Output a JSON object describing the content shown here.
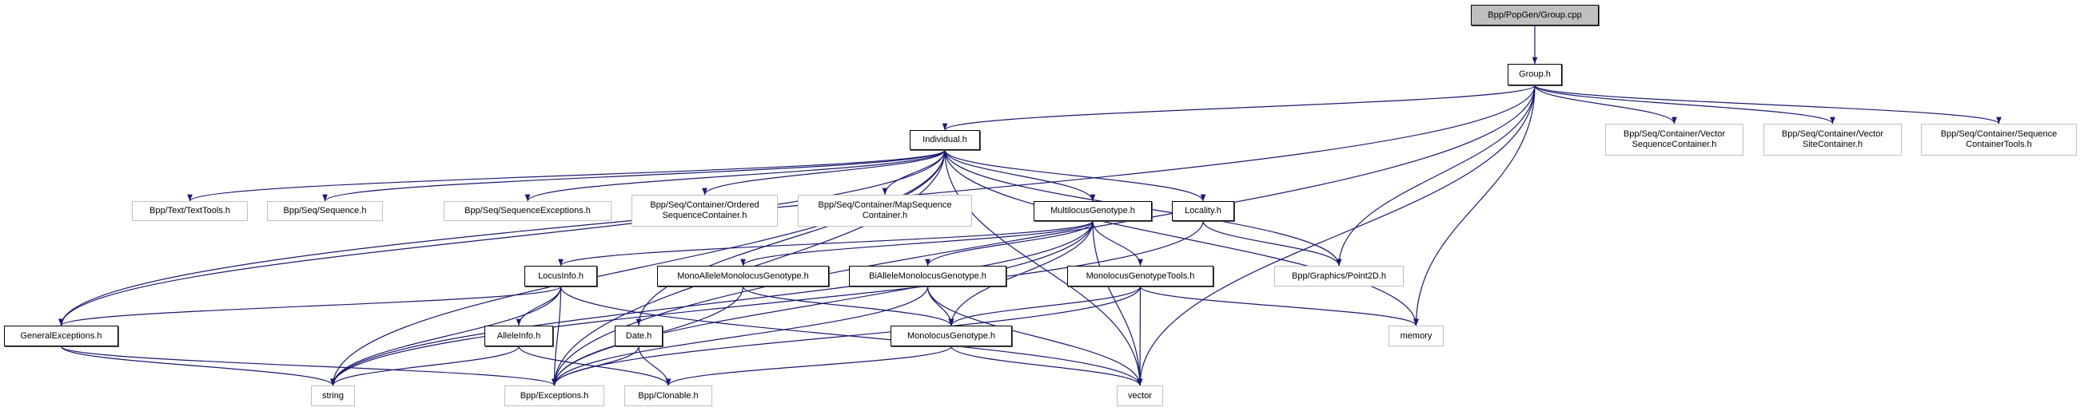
{
  "graph": {
    "edge_color": "#191970",
    "root_fill": "#bfbfbf",
    "external_border": "#bfbfbf",
    "nodes": [
      {
        "id": "group_cpp",
        "lines": [
          "Bpp/PopGen/Group.cpp"
        ],
        "kind": "root"
      },
      {
        "id": "group_h",
        "lines": [
          "Group.h"
        ],
        "kind": "internal"
      },
      {
        "id": "individual",
        "lines": [
          "Individual.h"
        ],
        "kind": "internal"
      },
      {
        "id": "texttools",
        "lines": [
          "Bpp/Text/TextTools.h"
        ],
        "kind": "external"
      },
      {
        "id": "sequence",
        "lines": [
          "Bpp/Seq/Sequence.h"
        ],
        "kind": "external"
      },
      {
        "id": "seqexc",
        "lines": [
          "Bpp/Seq/SequenceExceptions.h"
        ],
        "kind": "external"
      },
      {
        "id": "ordered",
        "lines": [
          "Bpp/Seq/Container/Ordered",
          "SequenceContainer.h"
        ],
        "kind": "external"
      },
      {
        "id": "mapseq",
        "lines": [
          "Bpp/Seq/Container/MapSequence",
          "Container.h"
        ],
        "kind": "external"
      },
      {
        "id": "multilocus",
        "lines": [
          "MultilocusGenotype.h"
        ],
        "kind": "internal"
      },
      {
        "id": "locality",
        "lines": [
          "Locality.h"
        ],
        "kind": "internal"
      },
      {
        "id": "vecseq",
        "lines": [
          "Bpp/Seq/Container/Vector",
          "SequenceContainer.h"
        ],
        "kind": "external"
      },
      {
        "id": "vecsite",
        "lines": [
          "Bpp/Seq/Container/Vector",
          "SiteContainer.h"
        ],
        "kind": "external"
      },
      {
        "id": "seqtools",
        "lines": [
          "Bpp/Seq/Container/Sequence",
          "ContainerTools.h"
        ],
        "kind": "external"
      },
      {
        "id": "locusinfo",
        "lines": [
          "LocusInfo.h"
        ],
        "kind": "internal"
      },
      {
        "id": "monoallele",
        "lines": [
          "MonoAlleleMonolocusGenotype.h"
        ],
        "kind": "internal"
      },
      {
        "id": "biallele",
        "lines": [
          "BiAlleleMonolocusGenotype.h"
        ],
        "kind": "internal"
      },
      {
        "id": "monotools",
        "lines": [
          "MonolocusGenotypeTools.h"
        ],
        "kind": "internal"
      },
      {
        "id": "point2d",
        "lines": [
          "Bpp/Graphics/Point2D.h"
        ],
        "kind": "external"
      },
      {
        "id": "genexc",
        "lines": [
          "GeneralExceptions.h"
        ],
        "kind": "internal"
      },
      {
        "id": "alleleinfo",
        "lines": [
          "AlleleInfo.h"
        ],
        "kind": "internal"
      },
      {
        "id": "date",
        "lines": [
          "Date.h"
        ],
        "kind": "internal"
      },
      {
        "id": "monolocus",
        "lines": [
          "MonolocusGenotype.h"
        ],
        "kind": "internal"
      },
      {
        "id": "memory",
        "lines": [
          "memory"
        ],
        "kind": "external"
      },
      {
        "id": "string",
        "lines": [
          "string"
        ],
        "kind": "external"
      },
      {
        "id": "exceptions",
        "lines": [
          "Bpp/Exceptions.h"
        ],
        "kind": "external"
      },
      {
        "id": "clonable",
        "lines": [
          "Bpp/Clonable.h"
        ],
        "kind": "external"
      },
      {
        "id": "vector",
        "lines": [
          "vector"
        ],
        "kind": "external"
      }
    ],
    "edges": [
      [
        "group_cpp",
        "group_h"
      ],
      [
        "group_h",
        "individual"
      ],
      [
        "group_h",
        "genexc"
      ],
      [
        "group_h",
        "exceptions"
      ],
      [
        "group_h",
        "point2d"
      ],
      [
        "group_h",
        "memory"
      ],
      [
        "group_h",
        "vector"
      ],
      [
        "group_h",
        "vecseq"
      ],
      [
        "group_h",
        "vecsite"
      ],
      [
        "group_h",
        "seqtools"
      ],
      [
        "individual",
        "texttools"
      ],
      [
        "individual",
        "sequence"
      ],
      [
        "individual",
        "seqexc"
      ],
      [
        "individual",
        "ordered"
      ],
      [
        "individual",
        "mapseq"
      ],
      [
        "individual",
        "multilocus"
      ],
      [
        "individual",
        "locality"
      ],
      [
        "individual",
        "point2d"
      ],
      [
        "individual",
        "memory"
      ],
      [
        "individual",
        "vector"
      ],
      [
        "individual",
        "genexc"
      ],
      [
        "individual",
        "exceptions"
      ],
      [
        "individual",
        "date"
      ],
      [
        "individual",
        "string"
      ],
      [
        "multilocus",
        "locusinfo"
      ],
      [
        "multilocus",
        "monoallele"
      ],
      [
        "multilocus",
        "biallele"
      ],
      [
        "multilocus",
        "monotools"
      ],
      [
        "multilocus",
        "monolocus"
      ],
      [
        "multilocus",
        "vector"
      ],
      [
        "multilocus",
        "string"
      ],
      [
        "multilocus",
        "exceptions"
      ],
      [
        "locality",
        "point2d"
      ],
      [
        "locality",
        "string"
      ],
      [
        "locusinfo",
        "genexc"
      ],
      [
        "locusinfo",
        "alleleinfo"
      ],
      [
        "locusinfo",
        "string"
      ],
      [
        "locusinfo",
        "exceptions"
      ],
      [
        "locusinfo",
        "vector"
      ],
      [
        "monoallele",
        "monolocus"
      ],
      [
        "monoallele",
        "exceptions"
      ],
      [
        "biallele",
        "monolocus"
      ],
      [
        "biallele",
        "exceptions"
      ],
      [
        "biallele",
        "vector"
      ],
      [
        "monotools",
        "monolocus"
      ],
      [
        "monotools",
        "vector"
      ],
      [
        "monotools",
        "memory"
      ],
      [
        "monotools",
        "exceptions"
      ],
      [
        "monolocus",
        "clonable"
      ],
      [
        "monolocus",
        "vector"
      ],
      [
        "genexc",
        "string"
      ],
      [
        "genexc",
        "exceptions"
      ],
      [
        "alleleinfo",
        "string"
      ],
      [
        "alleleinfo",
        "clonable"
      ],
      [
        "date",
        "exceptions"
      ],
      [
        "date",
        "clonable"
      ]
    ]
  }
}
